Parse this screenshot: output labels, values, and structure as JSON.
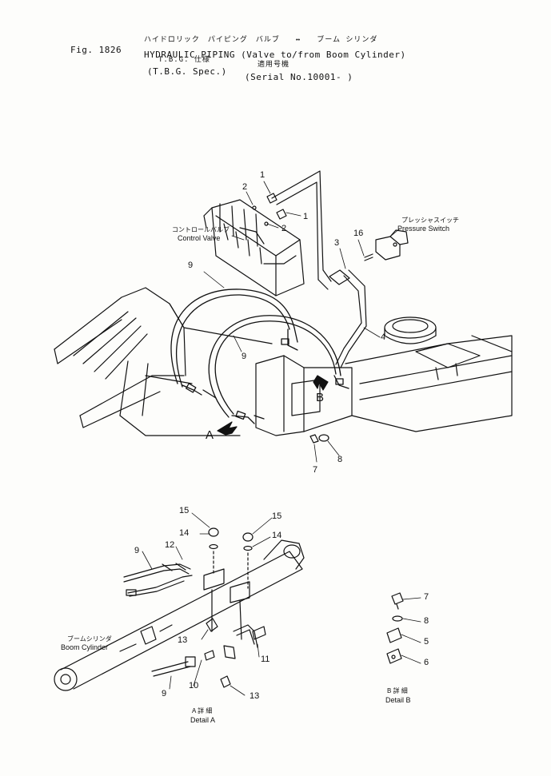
{
  "header": {
    "fig_label": "Fig. 1826",
    "jp_title": "ハイドロリック　パイピング　バルブ　　↔　　ブーム シリンダ",
    "title_en": "HYDRAULIC PIPING (Valve to/from Boom Cylinder)",
    "spec_line": "T.B.G. 仕様",
    "applicable_jp": "適用号機",
    "spec_en": "(T.B.G. Spec.)",
    "serial": "(Serial No.10001- )"
  },
  "labels": {
    "control_valve_jp": "コントロールバルブ",
    "control_valve": "Control Valve",
    "pressure_switch_jp": "プレッシャスイッチ",
    "pressure_switch": "Pressure Switch",
    "boom_cylinder_jp": "ブームシリンダ",
    "boom_cylinder": "Boom Cylinder",
    "detail_a_jp": "A 詳 細",
    "detail_a": "Detail A",
    "detail_b_jp": "B 詳 細",
    "detail_b": "Detail B",
    "view_a": "A",
    "view_b": "B"
  },
  "callouts": {
    "c1a": "1",
    "c1b": "1",
    "c2a": "2",
    "c2b": "2",
    "c3": "3",
    "c16": "16",
    "c9a": "9",
    "c9b": "9",
    "c4": "4",
    "c7": "7",
    "c8": "8",
    "d15a": "15",
    "d14a": "14",
    "d15b": "15",
    "d14b": "14",
    "d9a": "9",
    "d12": "12",
    "d13a": "13",
    "d11": "11",
    "d9b": "9",
    "d10": "10",
    "d13b": "13",
    "b7": "7",
    "b8": "8",
    "b5": "5",
    "b6": "6"
  }
}
